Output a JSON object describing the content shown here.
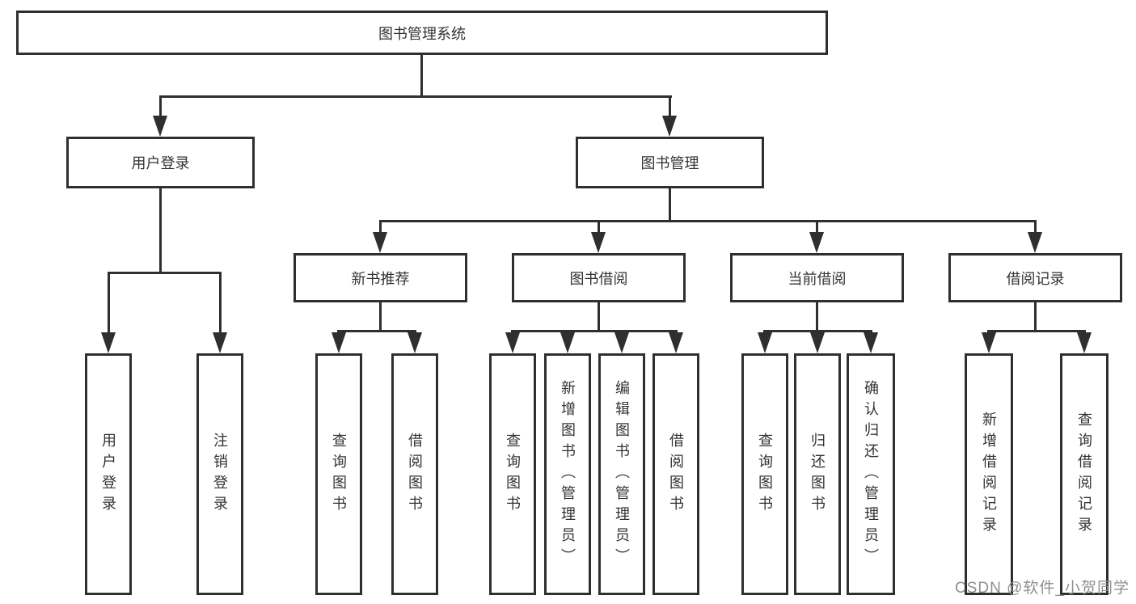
{
  "colors": {
    "stroke": "#2f2f2f",
    "text": "#333333",
    "background": "#ffffff",
    "watermark_text": "#8f8f8f"
  },
  "nodes": {
    "root": {
      "label": "图书管理系统"
    },
    "level2": [
      {
        "id": "user-login",
        "label": "用户登录"
      },
      {
        "id": "book-mgmt",
        "label": "图书管理"
      }
    ],
    "level3": [
      {
        "id": "new-book-recommend",
        "label": "新书推荐"
      },
      {
        "id": "book-borrow",
        "label": "图书借阅"
      },
      {
        "id": "current-borrow",
        "label": "当前借阅"
      },
      {
        "id": "borrow-records",
        "label": "借阅记录"
      }
    ],
    "leaves": {
      "user_login": [
        {
          "label": "用户登录"
        },
        {
          "label": "注销登录"
        }
      ],
      "new_book_recommend": [
        {
          "label": "查询图书"
        },
        {
          "label": "借阅图书"
        }
      ],
      "book_borrow": [
        {
          "label": "查询图书"
        },
        {
          "label": "新增图书（管理员）"
        },
        {
          "label": "编辑图书（管理员）"
        },
        {
          "label": "借阅图书"
        }
      ],
      "current_borrow": [
        {
          "label": "查询图书"
        },
        {
          "label": "归还图书"
        },
        {
          "label": "确认归还（管理员）"
        }
      ],
      "borrow_records": [
        {
          "label": "新增借阅记录"
        },
        {
          "label": "查询借阅记录"
        }
      ]
    },
    "edges": [
      "图书管理系统 -> 用户登录",
      "图书管理系统 -> 图书管理",
      "用户登录 -> 用户登录, 注销登录",
      "图书管理 -> 新书推荐, 图书借阅, 当前借阅, 借阅记录",
      "新书推荐 -> 查询图书, 借阅图书",
      "图书借阅 -> 查询图书, 新增图书（管理员）, 编辑图书（管理员）, 借阅图书",
      "当前借阅 -> 查询图书, 归还图书, 确认归还（管理员）",
      "借阅记录 -> 新增借阅记录, 查询借阅记录"
    ]
  },
  "watermark": {
    "text": "CSDN @软件_小贺同学"
  }
}
